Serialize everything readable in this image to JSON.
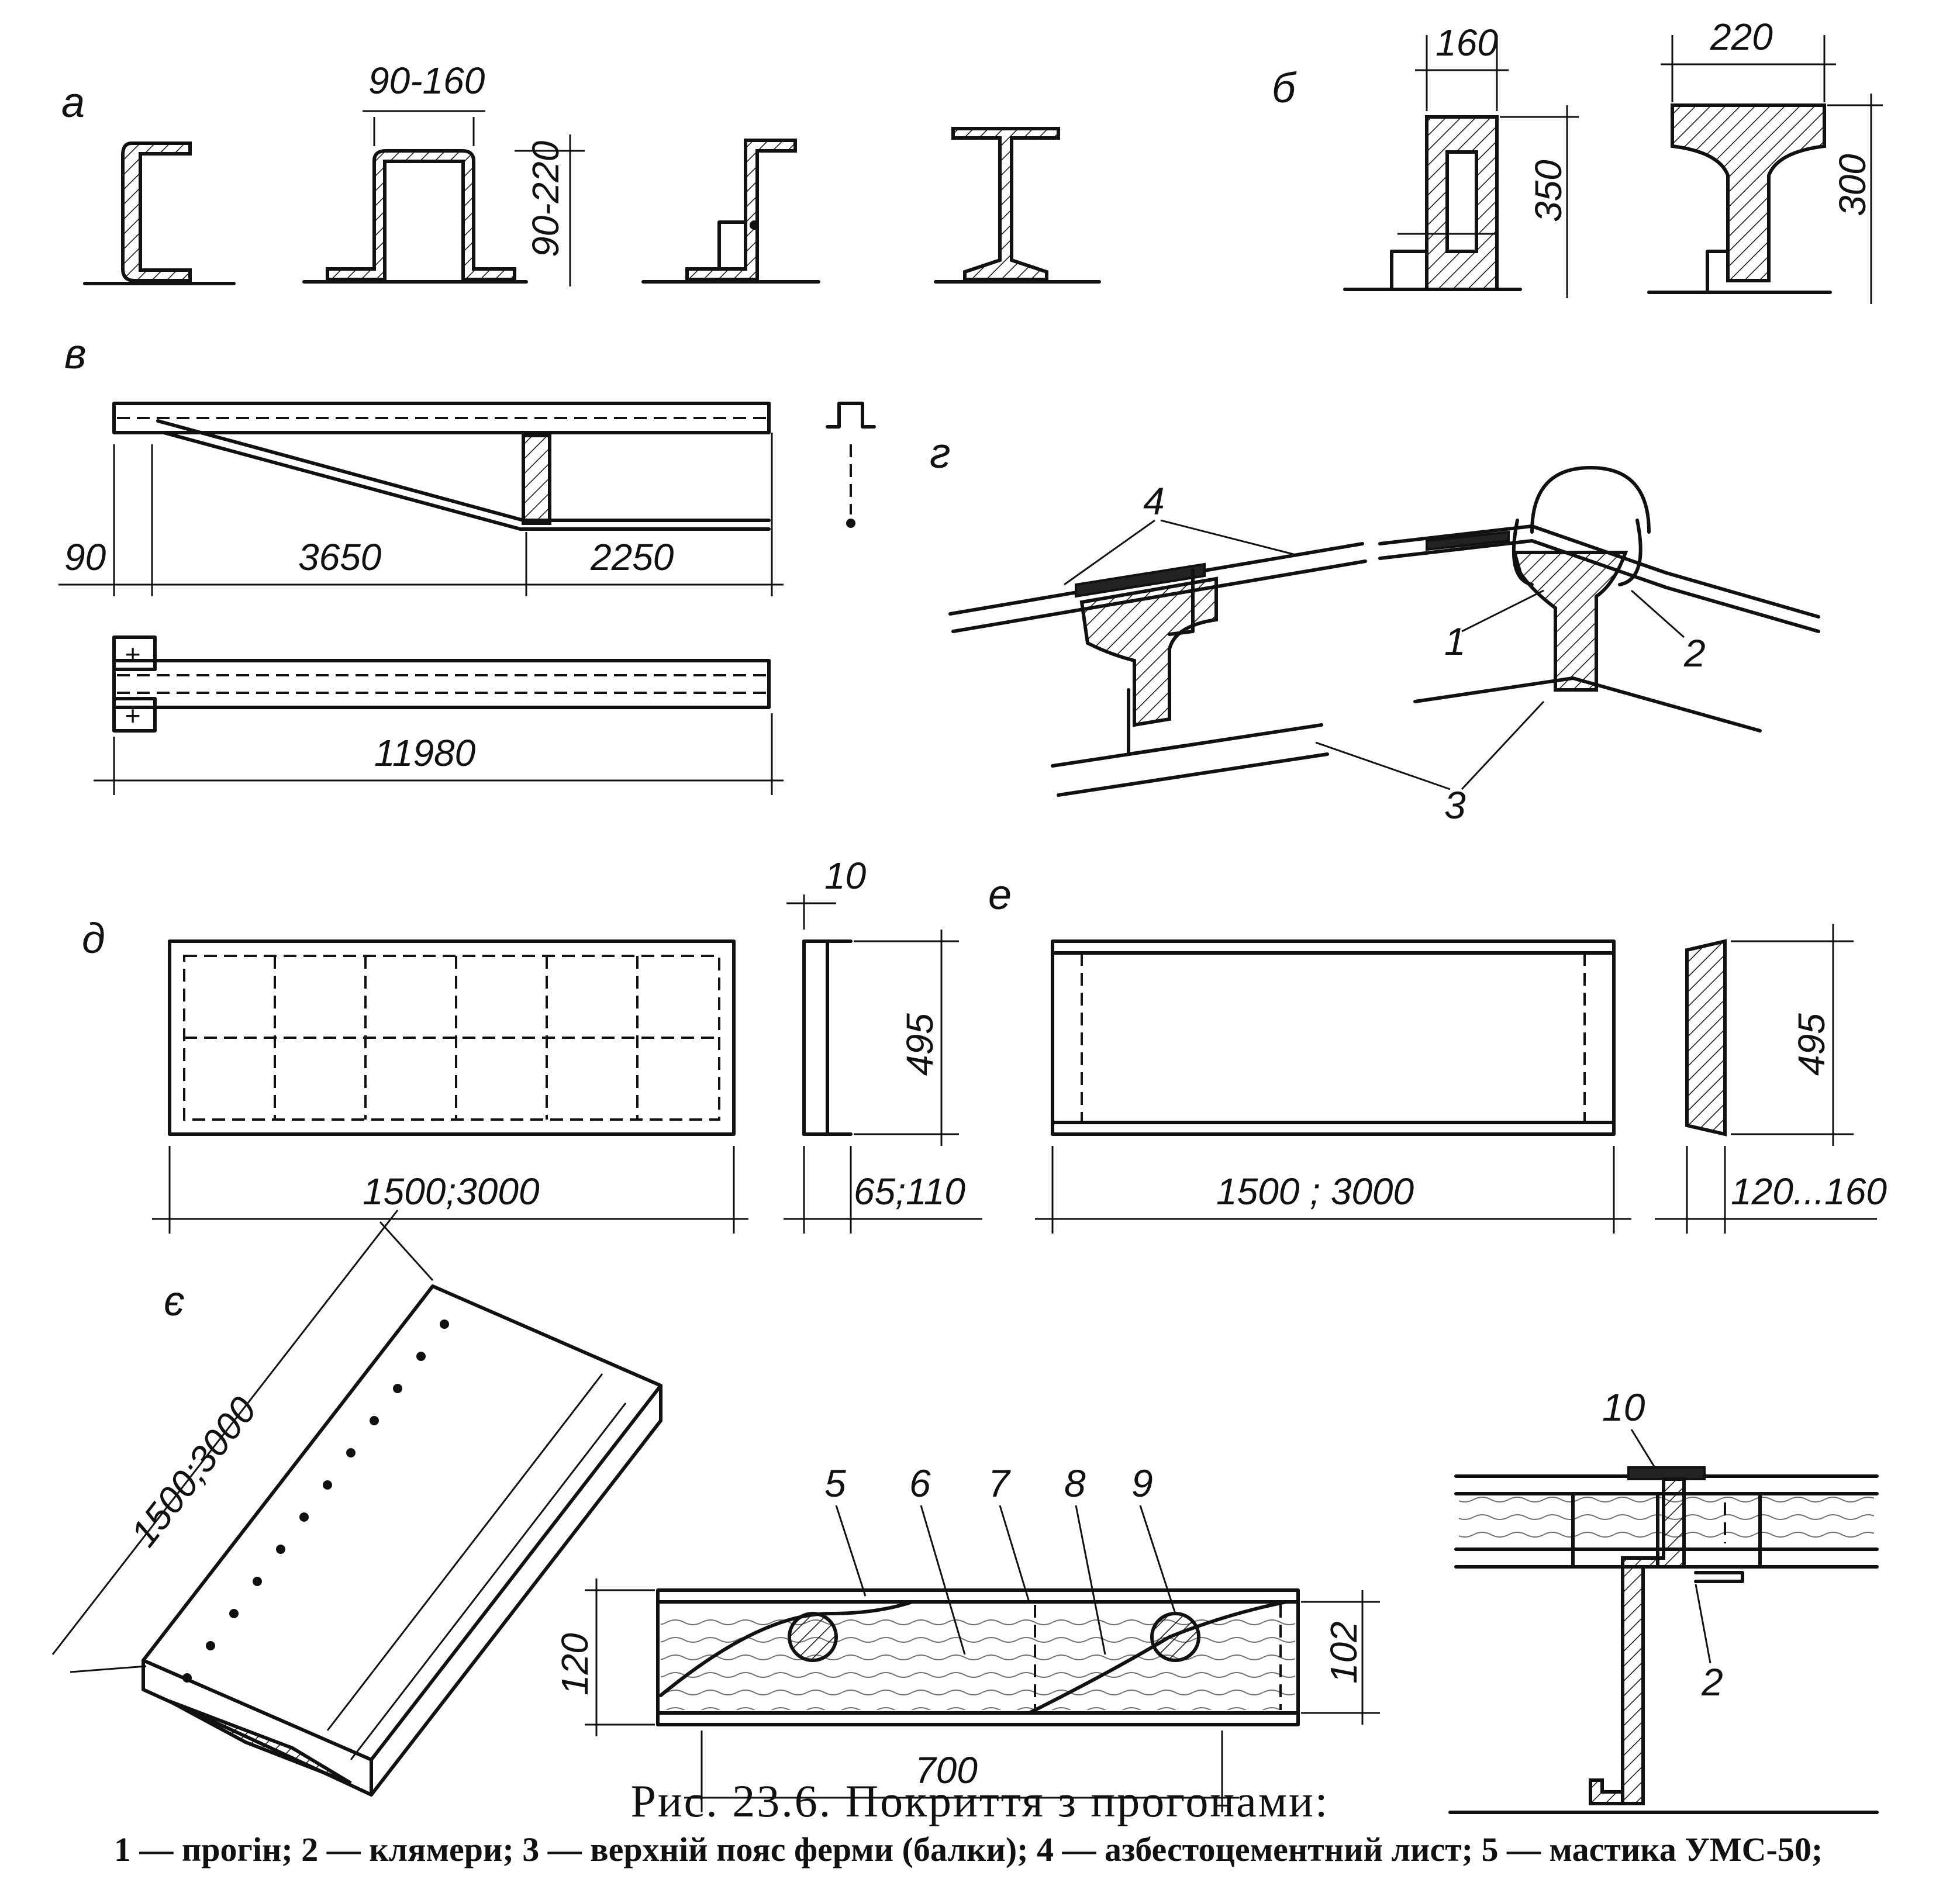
{
  "caption": {
    "title": "Рис. 23.6. Покриття з прогонами:",
    "legend": "1 — прогін; 2 — клямери; 3 — верхній пояс ферми (балки); 4 — азбестоцементний лист; 5 — мастика УМС-50;"
  },
  "panels": {
    "a": {
      "letter": "а",
      "dim_width": "90-160",
      "dim_height": "90-220"
    },
    "b": {
      "letter": "б",
      "dim_w1": "160",
      "dim_h1": "350",
      "dim_w2": "220",
      "dim_h2": "300"
    },
    "v": {
      "letter": "в",
      "dim_a": "90",
      "dim_b": "3650",
      "dim_c": "2250",
      "dim_total": "11980"
    },
    "g": {
      "letter": "г",
      "callout_1": "1",
      "callout_2": "2",
      "callout_3": "3",
      "callout_4": "4"
    },
    "d": {
      "letter": "д",
      "dim_len": "1500;3000",
      "dim_h": "495",
      "dim_t": "10",
      "dim_depth": "65;110"
    },
    "e": {
      "letter": "е",
      "dim_len": "1500 ; 3000",
      "dim_h": "495",
      "dim_depth": "120...160"
    },
    "ye": {
      "letter": "є",
      "dim_len": "1500;3000",
      "dim_h1": "120",
      "dim_h2": "102",
      "dim_w": "700",
      "callout_5": "5",
      "callout_6": "6",
      "callout_7": "7",
      "callout_8": "8",
      "callout_9": "9",
      "callout_10": "10",
      "callout_2": "2"
    }
  }
}
